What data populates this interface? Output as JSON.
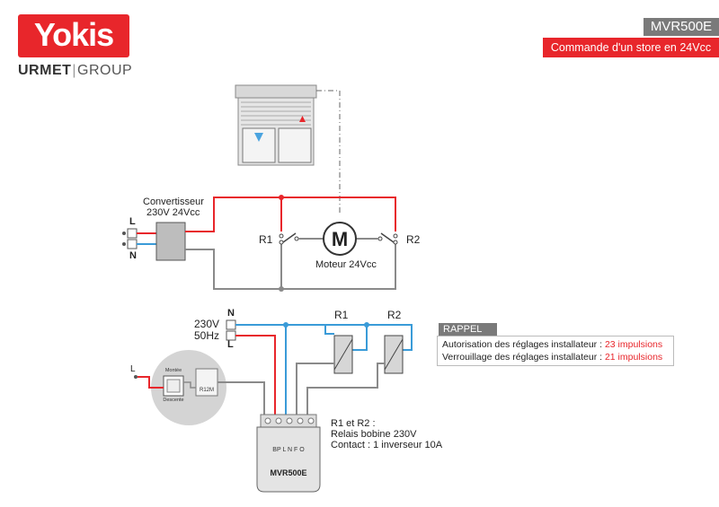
{
  "brand": {
    "logo": "Yokis",
    "group_left": "URMET",
    "group_right": "GROUP"
  },
  "header": {
    "model": "MVR500E",
    "subtitle": "Commande d'un store en 24Vcc"
  },
  "top_diagram": {
    "converter_label_1": "Convertisseur",
    "converter_label_2": "230V 24Vcc",
    "L": "L",
    "N": "N",
    "relay_left": "R1",
    "relay_right": "R2",
    "motor_symbol": "M",
    "motor_label": "Moteur 24Vcc"
  },
  "bottom_diagram": {
    "supply_N": "N",
    "supply_L": "L",
    "voltage": "230V",
    "frequency": "50Hz",
    "relay_1": "R1",
    "relay_2": "R2",
    "switch_L": "L",
    "switch_up": "Montée",
    "switch_down": "Descente",
    "module_r12m": "R12M",
    "terminals": "BP L N F O",
    "module_name": "MVR500E",
    "note_1": "R1 et R2 :",
    "note_2": "Relais bobine 230V",
    "note_3": "Contact : 1 inverseur 10A"
  },
  "rappel": {
    "title": "RAPPEL",
    "line1_prefix": "Autorisation des réglages installateur : ",
    "line1_value": "23 impulsions",
    "line2_prefix": "Verrouillage des réglages installateur : ",
    "line2_value": "21 impulsions"
  },
  "colors": {
    "live": "#e8262b",
    "neutral": "#3a9bd8",
    "control": "#8a8a8a",
    "brand": "#e8262b"
  }
}
